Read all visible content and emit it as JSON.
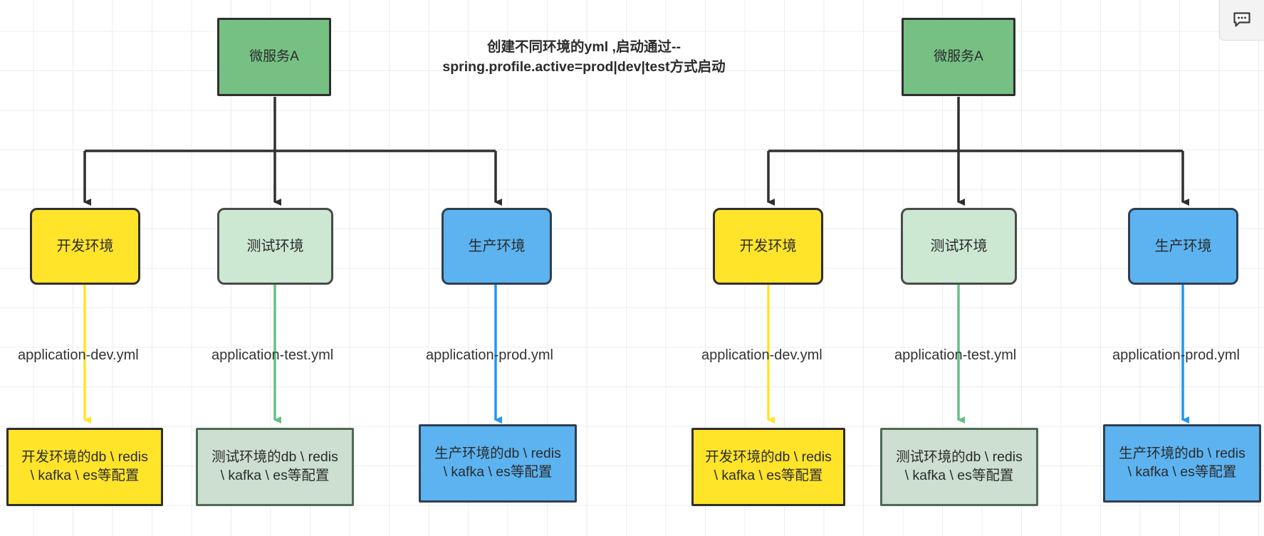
{
  "diagram": {
    "title": "创建不同环境的yml ,启动通过--\nspring.profile.active=prod|dev|test方式启动",
    "colors": {
      "service": "#76c083",
      "dev": "#ffe42a",
      "test": "#cce8d2",
      "prod": "#5cb3f0",
      "edge": "#2f2f2f",
      "dev_edge": "#ffe42a",
      "test_edge": "#67c184",
      "prod_edge": "#2196f3"
    },
    "groups": [
      {
        "service": "微服务A",
        "envs": [
          {
            "name": "开发环境",
            "label": "application-dev.yml",
            "config": "开发环境的db \\ redis\n\\ kafka \\ es等配置"
          },
          {
            "name": "测试环境",
            "label": "application-test.yml",
            "config": "测试环境的db \\ redis\n\\ kafka \\ es等配置"
          },
          {
            "name": "生产环境",
            "label": "application-prod.yml",
            "config": "生产环境的db \\ redis\n\\ kafka \\ es等配置"
          }
        ]
      },
      {
        "service": "微服务A",
        "envs": [
          {
            "name": "开发环境",
            "label": "application-dev.yml",
            "config": "开发环境的db \\ redis\n\\ kafka \\ es等配置"
          },
          {
            "name": "测试环境",
            "label": "application-test.yml",
            "config": "测试环境的db \\ redis\n\\ kafka \\ es等配置"
          },
          {
            "name": "生产环境",
            "label": "application-prod.yml",
            "config": "生产环境的db \\ redis\n\\ kafka \\ es等配置"
          }
        ]
      }
    ]
  },
  "toolbar": {
    "comment_icon": "comment-bubble-icon"
  }
}
